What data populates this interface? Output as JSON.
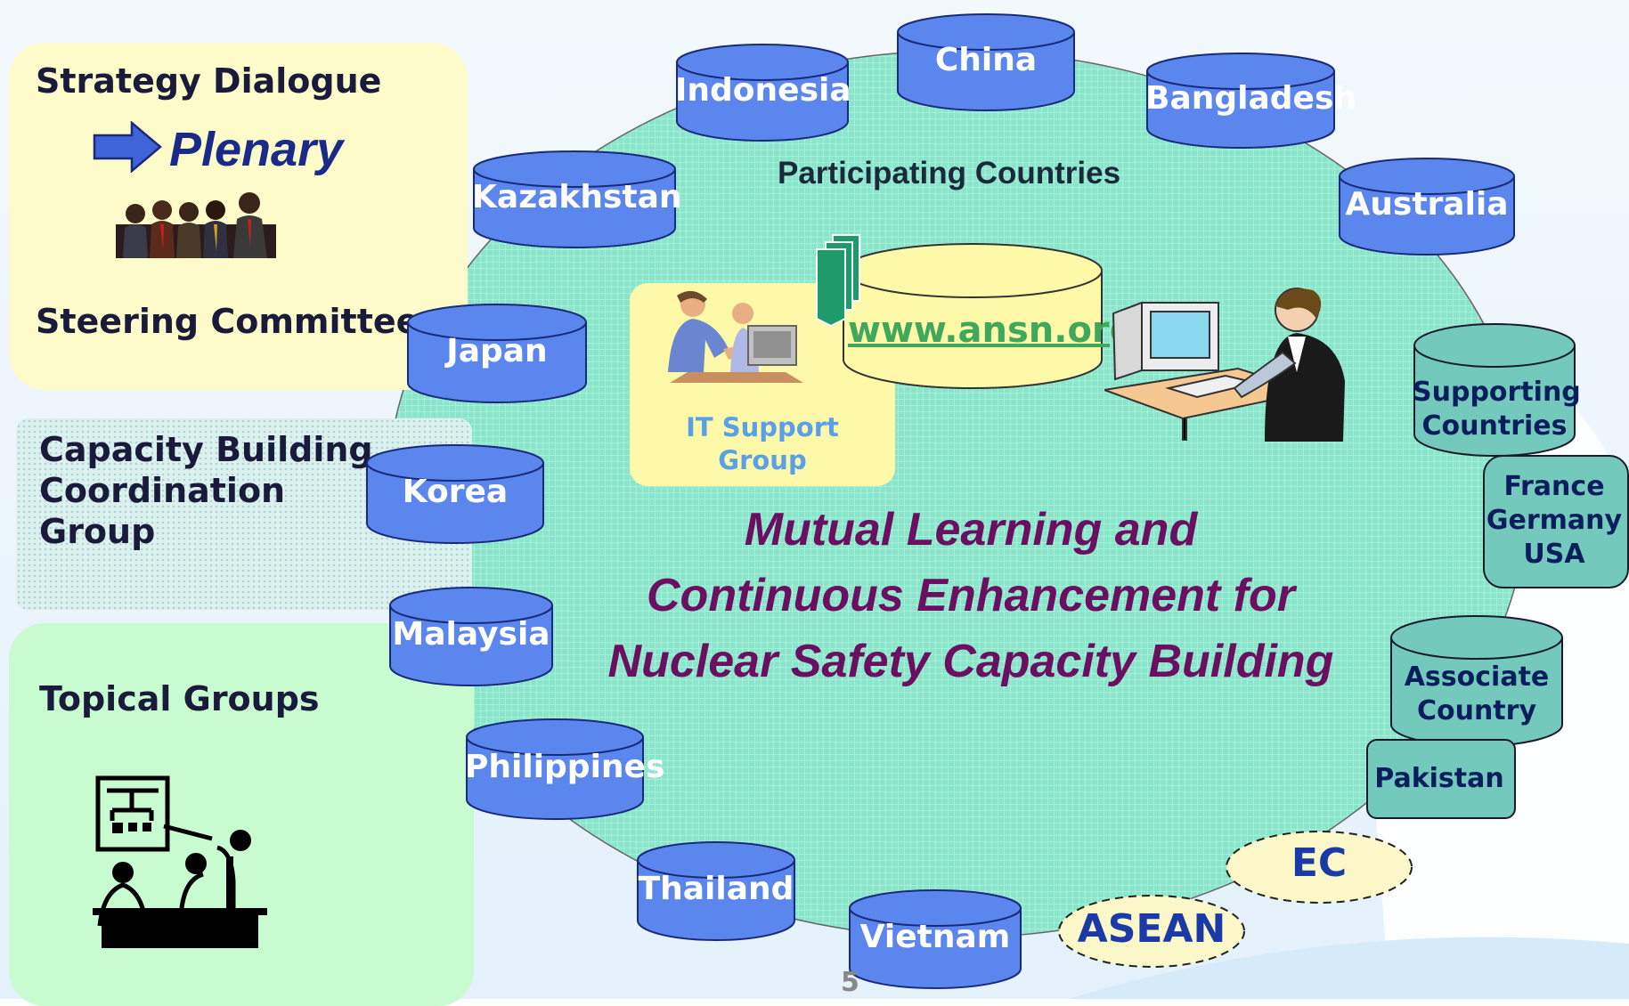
{
  "left_panel": {
    "strategy_dialogue": "Strategy Dialogue",
    "plenary": "Plenary",
    "steering_committee": "Steering Committee",
    "capacity_building": [
      "Capacity Building",
      "Coordination",
      "Group"
    ],
    "topical_groups": "Topical Groups"
  },
  "diagram": {
    "participating_label": "Participating Countries",
    "website": "www.ansn.org",
    "it_support": [
      "IT Support",
      "Group"
    ],
    "center_text": [
      "Mutual Learning and",
      "Continuous Enhancement  for",
      "Nuclear Safety Capacity Building"
    ],
    "countries": [
      "China",
      "Indonesia",
      "Bangladesh",
      "Kazakhstan",
      "Australia",
      "Japan",
      "Korea",
      "Malaysia",
      "Philippines",
      "Thailand",
      "Vietnam"
    ],
    "supporting": {
      "label": [
        "Supporting",
        "Countries"
      ],
      "members": [
        "France",
        "Germany",
        "USA"
      ]
    },
    "associate": {
      "label": [
        "Associate",
        "Country"
      ],
      "member": "Pakistan"
    },
    "organizations": [
      "EC",
      "ASEAN"
    ]
  },
  "page_number": "5",
  "colors": {
    "cylinder_fill": "#5b86ee",
    "cylinder_stroke": "#1a2a7a",
    "teal_fill": "#72c9bc",
    "database_fill": "#fdf9a8",
    "circle_fill": "#7ee0c4",
    "center_text": "#6b1060",
    "panel_yellow": "#fcfbc9",
    "panel_green": "#c9fbd0"
  }
}
